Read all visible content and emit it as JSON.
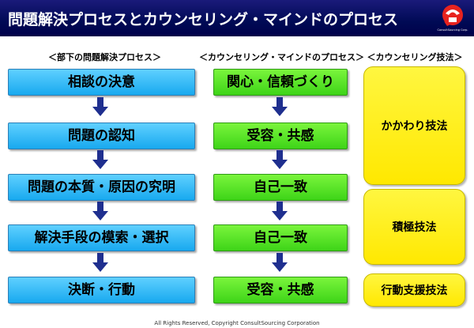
{
  "header": {
    "title": "問題解決プロセスとカウンセリング・マインドのプロセス",
    "logo_text": "ConsultSourcing Corp."
  },
  "columns": {
    "left_heading": "＜部下の問題解決プロセス＞",
    "middle_heading": "＜カウンセリング・マインドのプロセス＞",
    "right_heading": "＜カウンセリング技法＞"
  },
  "problem_steps": [
    "相談の決意",
    "問題の認知",
    "問題の本質・原因の究明",
    "解決手段の模索・選択",
    "決断・行動"
  ],
  "counseling_steps": [
    "関心・信頼づくり",
    "受容・共感",
    "自己一致",
    "自己一致",
    "受容・共感"
  ],
  "techniques": [
    "かかわり技法",
    "積極技法",
    "行動支援技法"
  ],
  "colors": {
    "header_bg": "#000a55",
    "blue": "#29b6f6",
    "green": "#4cdd1f",
    "yellow": "#fff200",
    "arrow": "#1f2f8f"
  },
  "footer": "All Rights Reserved, Copyright  ConsultSourcing Corporation"
}
